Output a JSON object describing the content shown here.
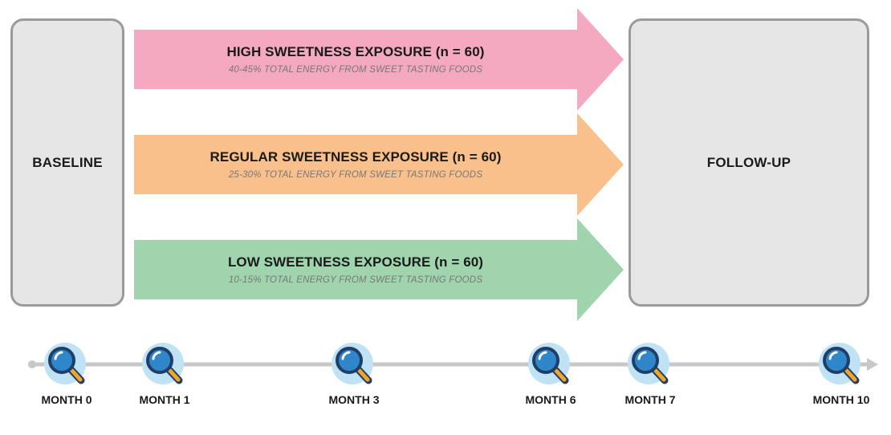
{
  "baseline": {
    "label": "BASELINE"
  },
  "followup": {
    "label": "FOLLOW-UP"
  },
  "groups": [
    {
      "title": "HIGH SWEETNESS EXPOSURE (n = 60)",
      "subtitle": "40-45% TOTAL ENERGY FROM SWEET TASTING FOODS",
      "color": "#f4a9c1"
    },
    {
      "title": "REGULAR SWEETNESS EXPOSURE (n = 60)",
      "subtitle": "25-30% TOTAL ENERGY FROM SWEET TASTING FOODS",
      "color": "#f9c08c"
    },
    {
      "title": "LOW SWEETNESS EXPOSURE (n = 60)",
      "subtitle": "10-15% TOTAL ENERGY FROM SWEET TASTING FOODS",
      "color": "#9fd4ad"
    }
  ],
  "timeline": {
    "line_color": "#c8c8c8",
    "icon": "magnifier-icon",
    "icon_colors": {
      "halo": "#bfe3f5",
      "lens": "#2f86c9",
      "lens_border": "#1f3f66",
      "handle": "#f0a62a"
    },
    "months": [
      {
        "label": "MONTH 0",
        "month": 0
      },
      {
        "label": "MONTH 1",
        "month": 1
      },
      {
        "label": "MONTH 3",
        "month": 3
      },
      {
        "label": "MONTH 6",
        "month": 6
      },
      {
        "label": "MONTH 7",
        "month": 7
      },
      {
        "label": "MONTH 10",
        "month": 10
      }
    ]
  }
}
